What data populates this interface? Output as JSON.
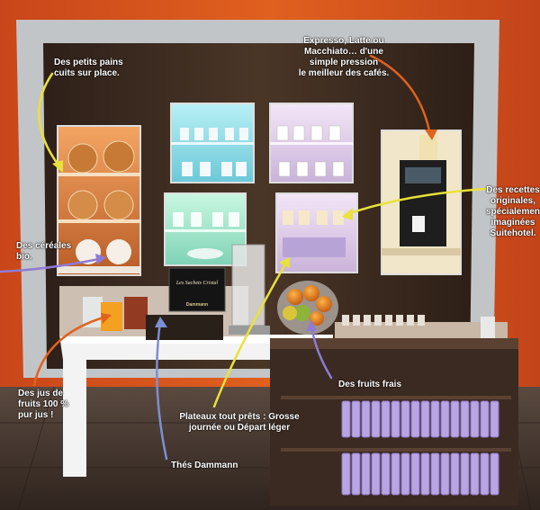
{
  "callouts": {
    "bread": "Des petits pains\ncuits sur place.",
    "coffee": "Expresso, Latte ou\nMacchiato… d'une\nsimple pression\nle meilleur des cafés.",
    "recipes": "Des recettes\noriginales,\nspécialement\nimaginées\nSuitehotel.",
    "cereals": "Des céréales\nbio.",
    "juice": "Des jus de\nfruits 100 %\npur jus !",
    "trays": "Plateaux tout prêts : Grosse\njournée ou Départ léger",
    "fruits": "Des fruits frais",
    "tea": "Thés Dammann"
  },
  "products": {
    "tea_box_label": "Les Sachets Cristal",
    "tea_box_brand": "Dammann"
  },
  "colors": {
    "wall_orange": "#d9541c",
    "frame_silver": "#b9bcbe",
    "panel_dark": "#3a2a20",
    "counter_white": "#f2f2f2",
    "floor": "#4a3b33",
    "arrow_yellow": "#e8e23a",
    "arrow_orange": "#e0621f",
    "arrow_purple": "#8f7bd6",
    "arrow_blue": "#7c8fd4"
  }
}
